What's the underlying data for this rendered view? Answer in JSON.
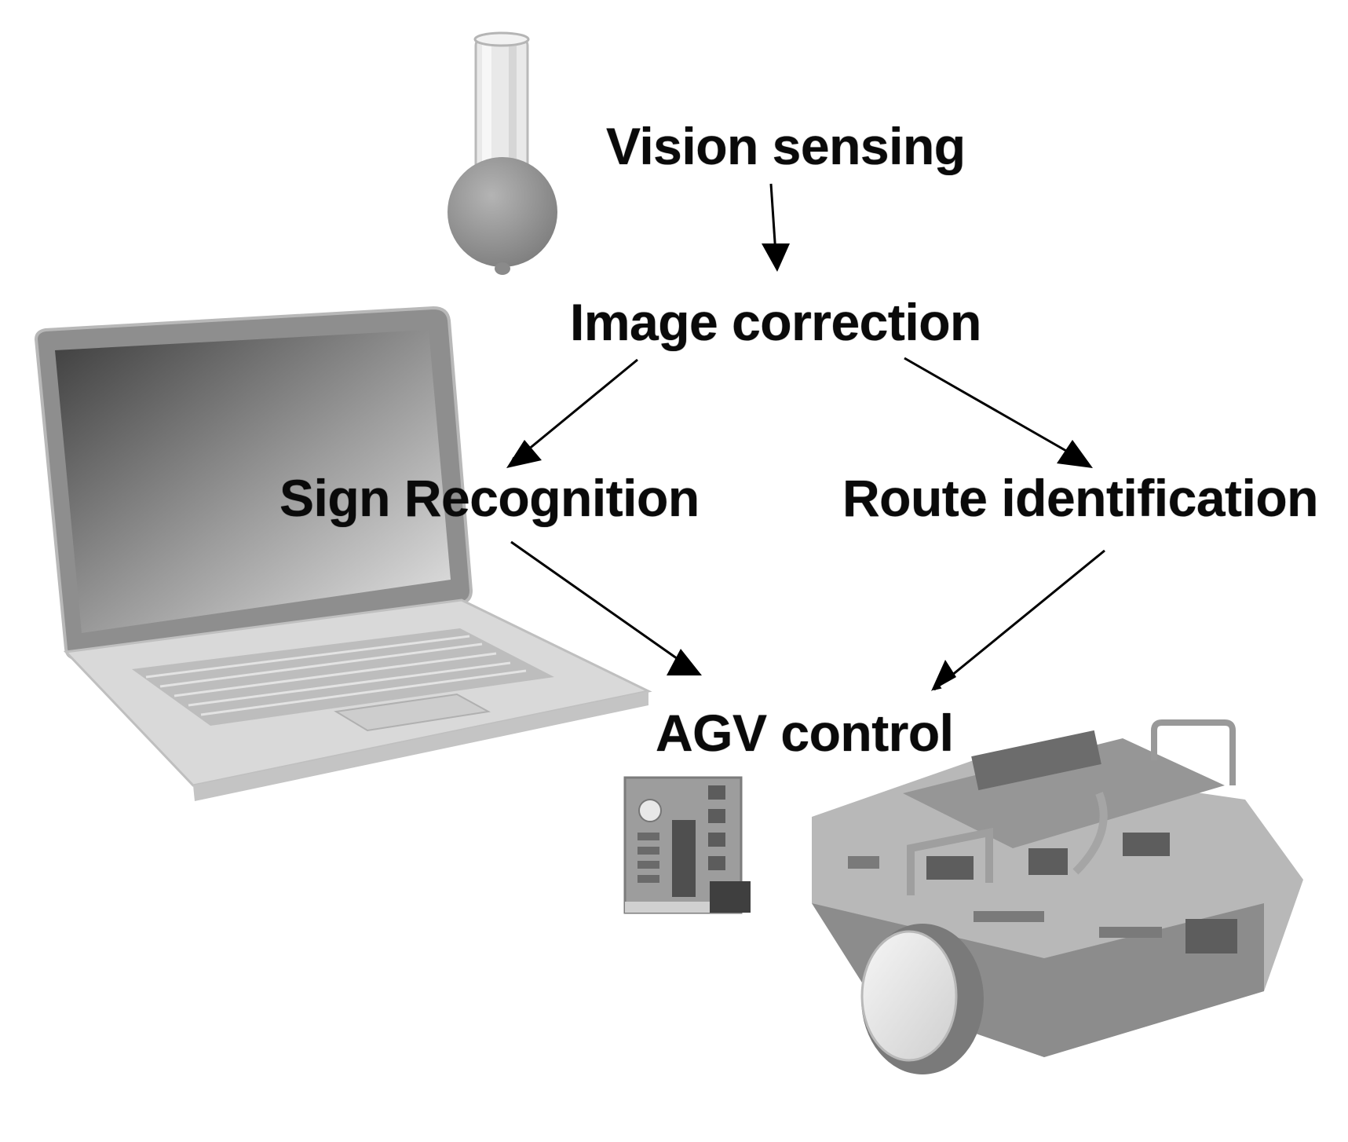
{
  "diagram": {
    "nodes": [
      {
        "id": "vision",
        "label": "Vision sensing"
      },
      {
        "id": "image",
        "label": "Image correction"
      },
      {
        "id": "sign",
        "label": "Sign Recognition"
      },
      {
        "id": "route",
        "label": "Route identification"
      },
      {
        "id": "agv",
        "label": "AGV control"
      }
    ],
    "edges": [
      {
        "from": "vision",
        "to": "image"
      },
      {
        "from": "image",
        "to": "sign"
      },
      {
        "from": "image",
        "to": "route"
      },
      {
        "from": "sign",
        "to": "agv"
      },
      {
        "from": "route",
        "to": "agv"
      }
    ]
  },
  "illustrations": [
    {
      "name": "camera-icon"
    },
    {
      "name": "laptop-icon"
    },
    {
      "name": "control-board-icon"
    },
    {
      "name": "agv-robot-icon"
    }
  ],
  "colors": {
    "text": "#0a0a0a",
    "arrow": "#000000",
    "illustration_gray": "#9a9a9a"
  }
}
